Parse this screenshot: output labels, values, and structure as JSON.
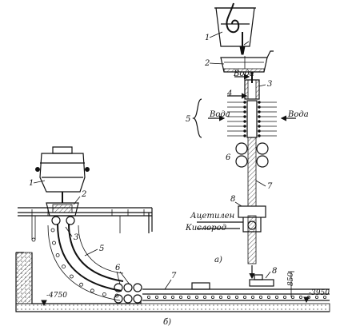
{
  "labels": {
    "water_top": "Вода",
    "water_left": "Вода",
    "water_right": "Вода",
    "acetylene": "Ацетилен",
    "oxygen": "Кислород",
    "sub_a": "а)",
    "sub_b": "б)",
    "dim_850": "850",
    "dim_m3950": "-3950",
    "dim_m4750": "-4750"
  },
  "callouts_a": [
    "1",
    "2",
    "3",
    "4",
    "5",
    "6",
    "7",
    "8",
    "8"
  ],
  "callouts_b": [
    "1",
    "2",
    "3",
    "5",
    "6",
    "7"
  ]
}
